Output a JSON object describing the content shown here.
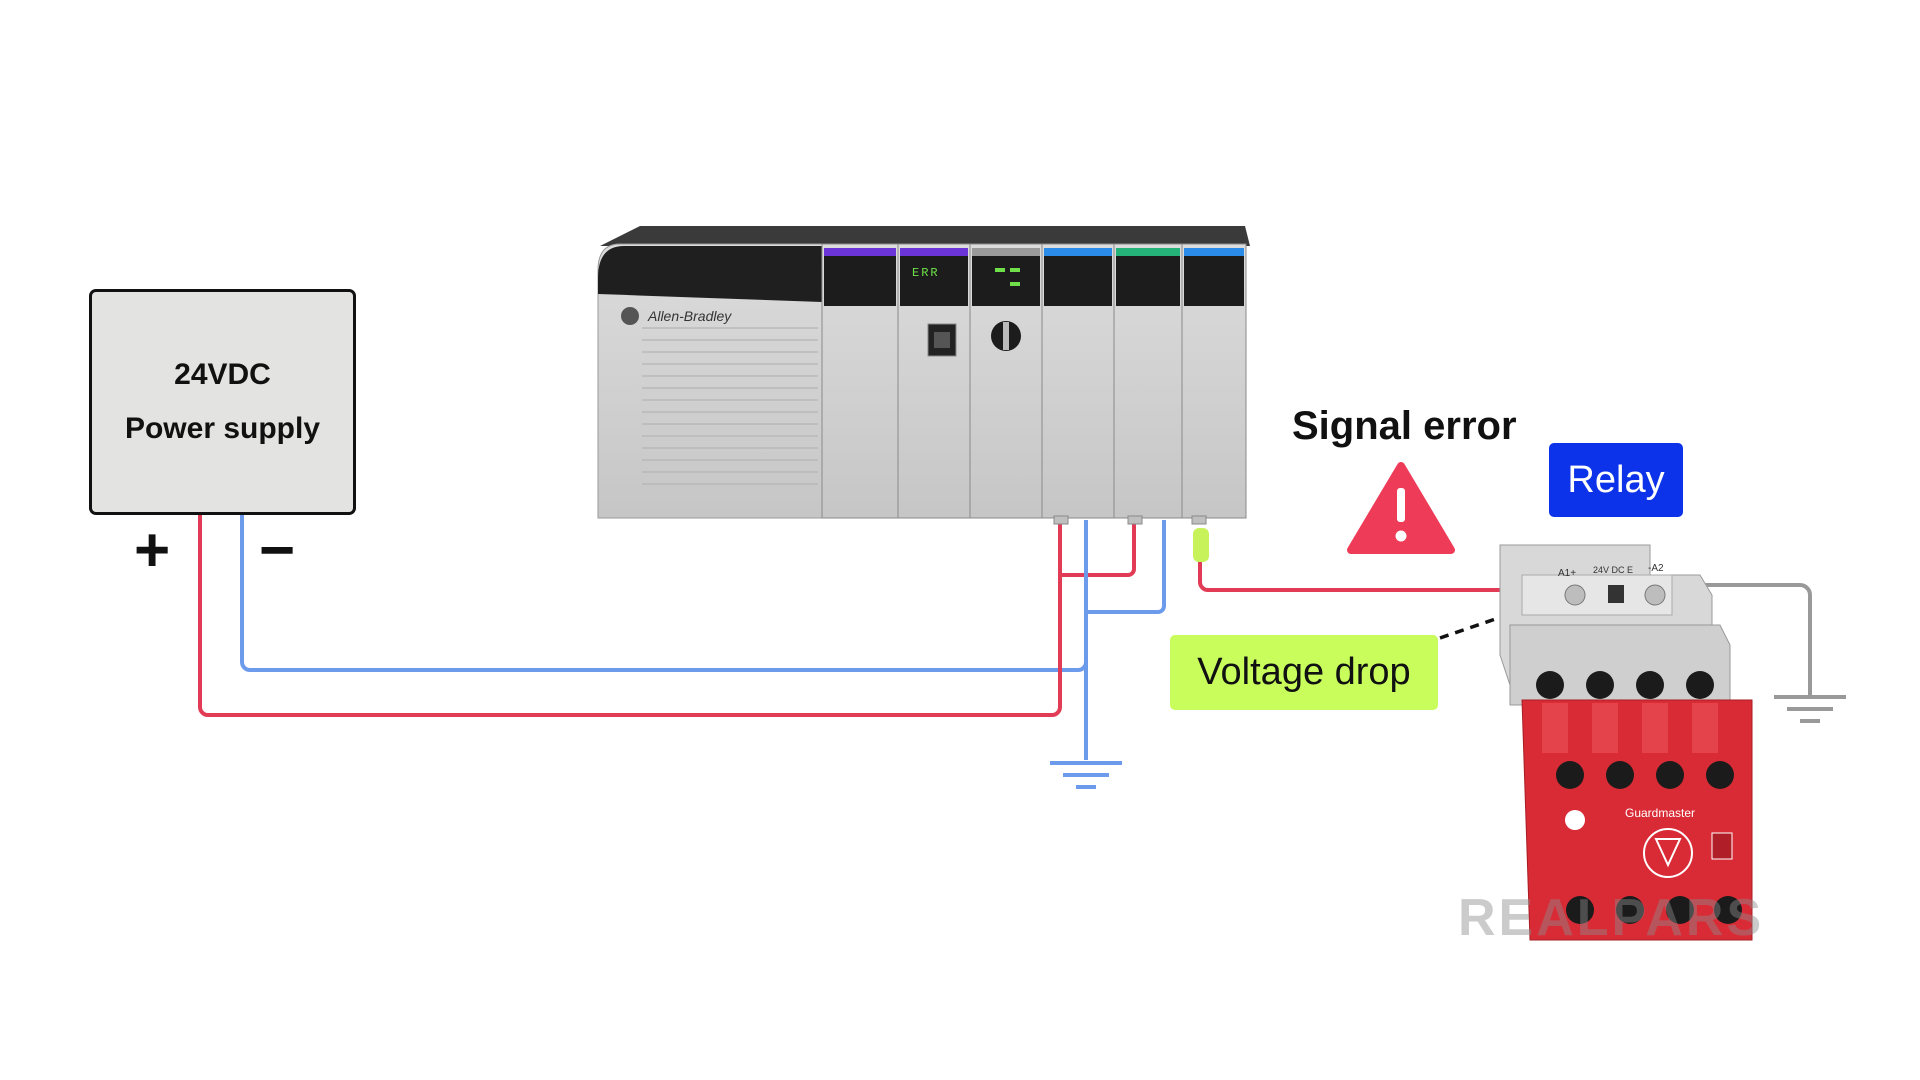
{
  "power_supply": {
    "line1": "24VDC",
    "line2": "Power supply",
    "positive_symbol": "+",
    "negative_symbol": "−"
  },
  "plc": {
    "brand_label": "Allen-Bradley",
    "module_status_label": "ERR"
  },
  "labels": {
    "signal_error": "Signal error",
    "relay": "Relay",
    "voltage_drop": "Voltage drop"
  },
  "relay": {
    "terminal_a1": "A1+",
    "rating": "24V DC E",
    "terminal_a2": "-A2",
    "brand": "Guardmaster"
  },
  "watermark": "REALPARS",
  "colors": {
    "positive_wire": "#e23b55",
    "negative_wire": "#6c9bec",
    "ground_wire": "#999999",
    "warning": "#ee3b58",
    "relay_badge": "#0c33ea",
    "voltage_drop_badge": "#c8fd5c",
    "relay_body": "#d92b35"
  }
}
